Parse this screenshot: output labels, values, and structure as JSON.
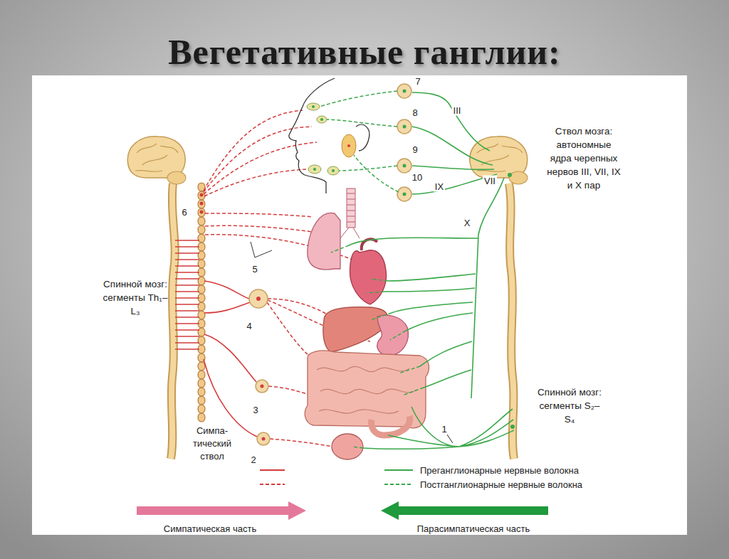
{
  "diagram": {
    "title": "Вегетативные ганглии:",
    "labels": [
      "Ствол мозга: автономные ядра черепных нервов III, VII, IX и X пар",
      "7",
      "8",
      "III",
      "9",
      "10",
      "IX",
      "VII",
      "6",
      "X",
      "5",
      "Спинной мозг: сегменты Th₁–L₃",
      "4",
      "Спинной мозг: сегменты S₂–S₄",
      "3",
      "1",
      "Симпа-тический ствол",
      "2"
    ],
    "legend": [
      {
        "text": "Преганглионарные нервные волокна"
      },
      {
        "text": "Постганглионарные нервные волокна"
      },
      {
        "text": "Симпатическая часть",
        "color": "#e4789a"
      },
      {
        "text": "Парасимпатическая часть",
        "color": "#1f9a3c"
      }
    ]
  }
}
